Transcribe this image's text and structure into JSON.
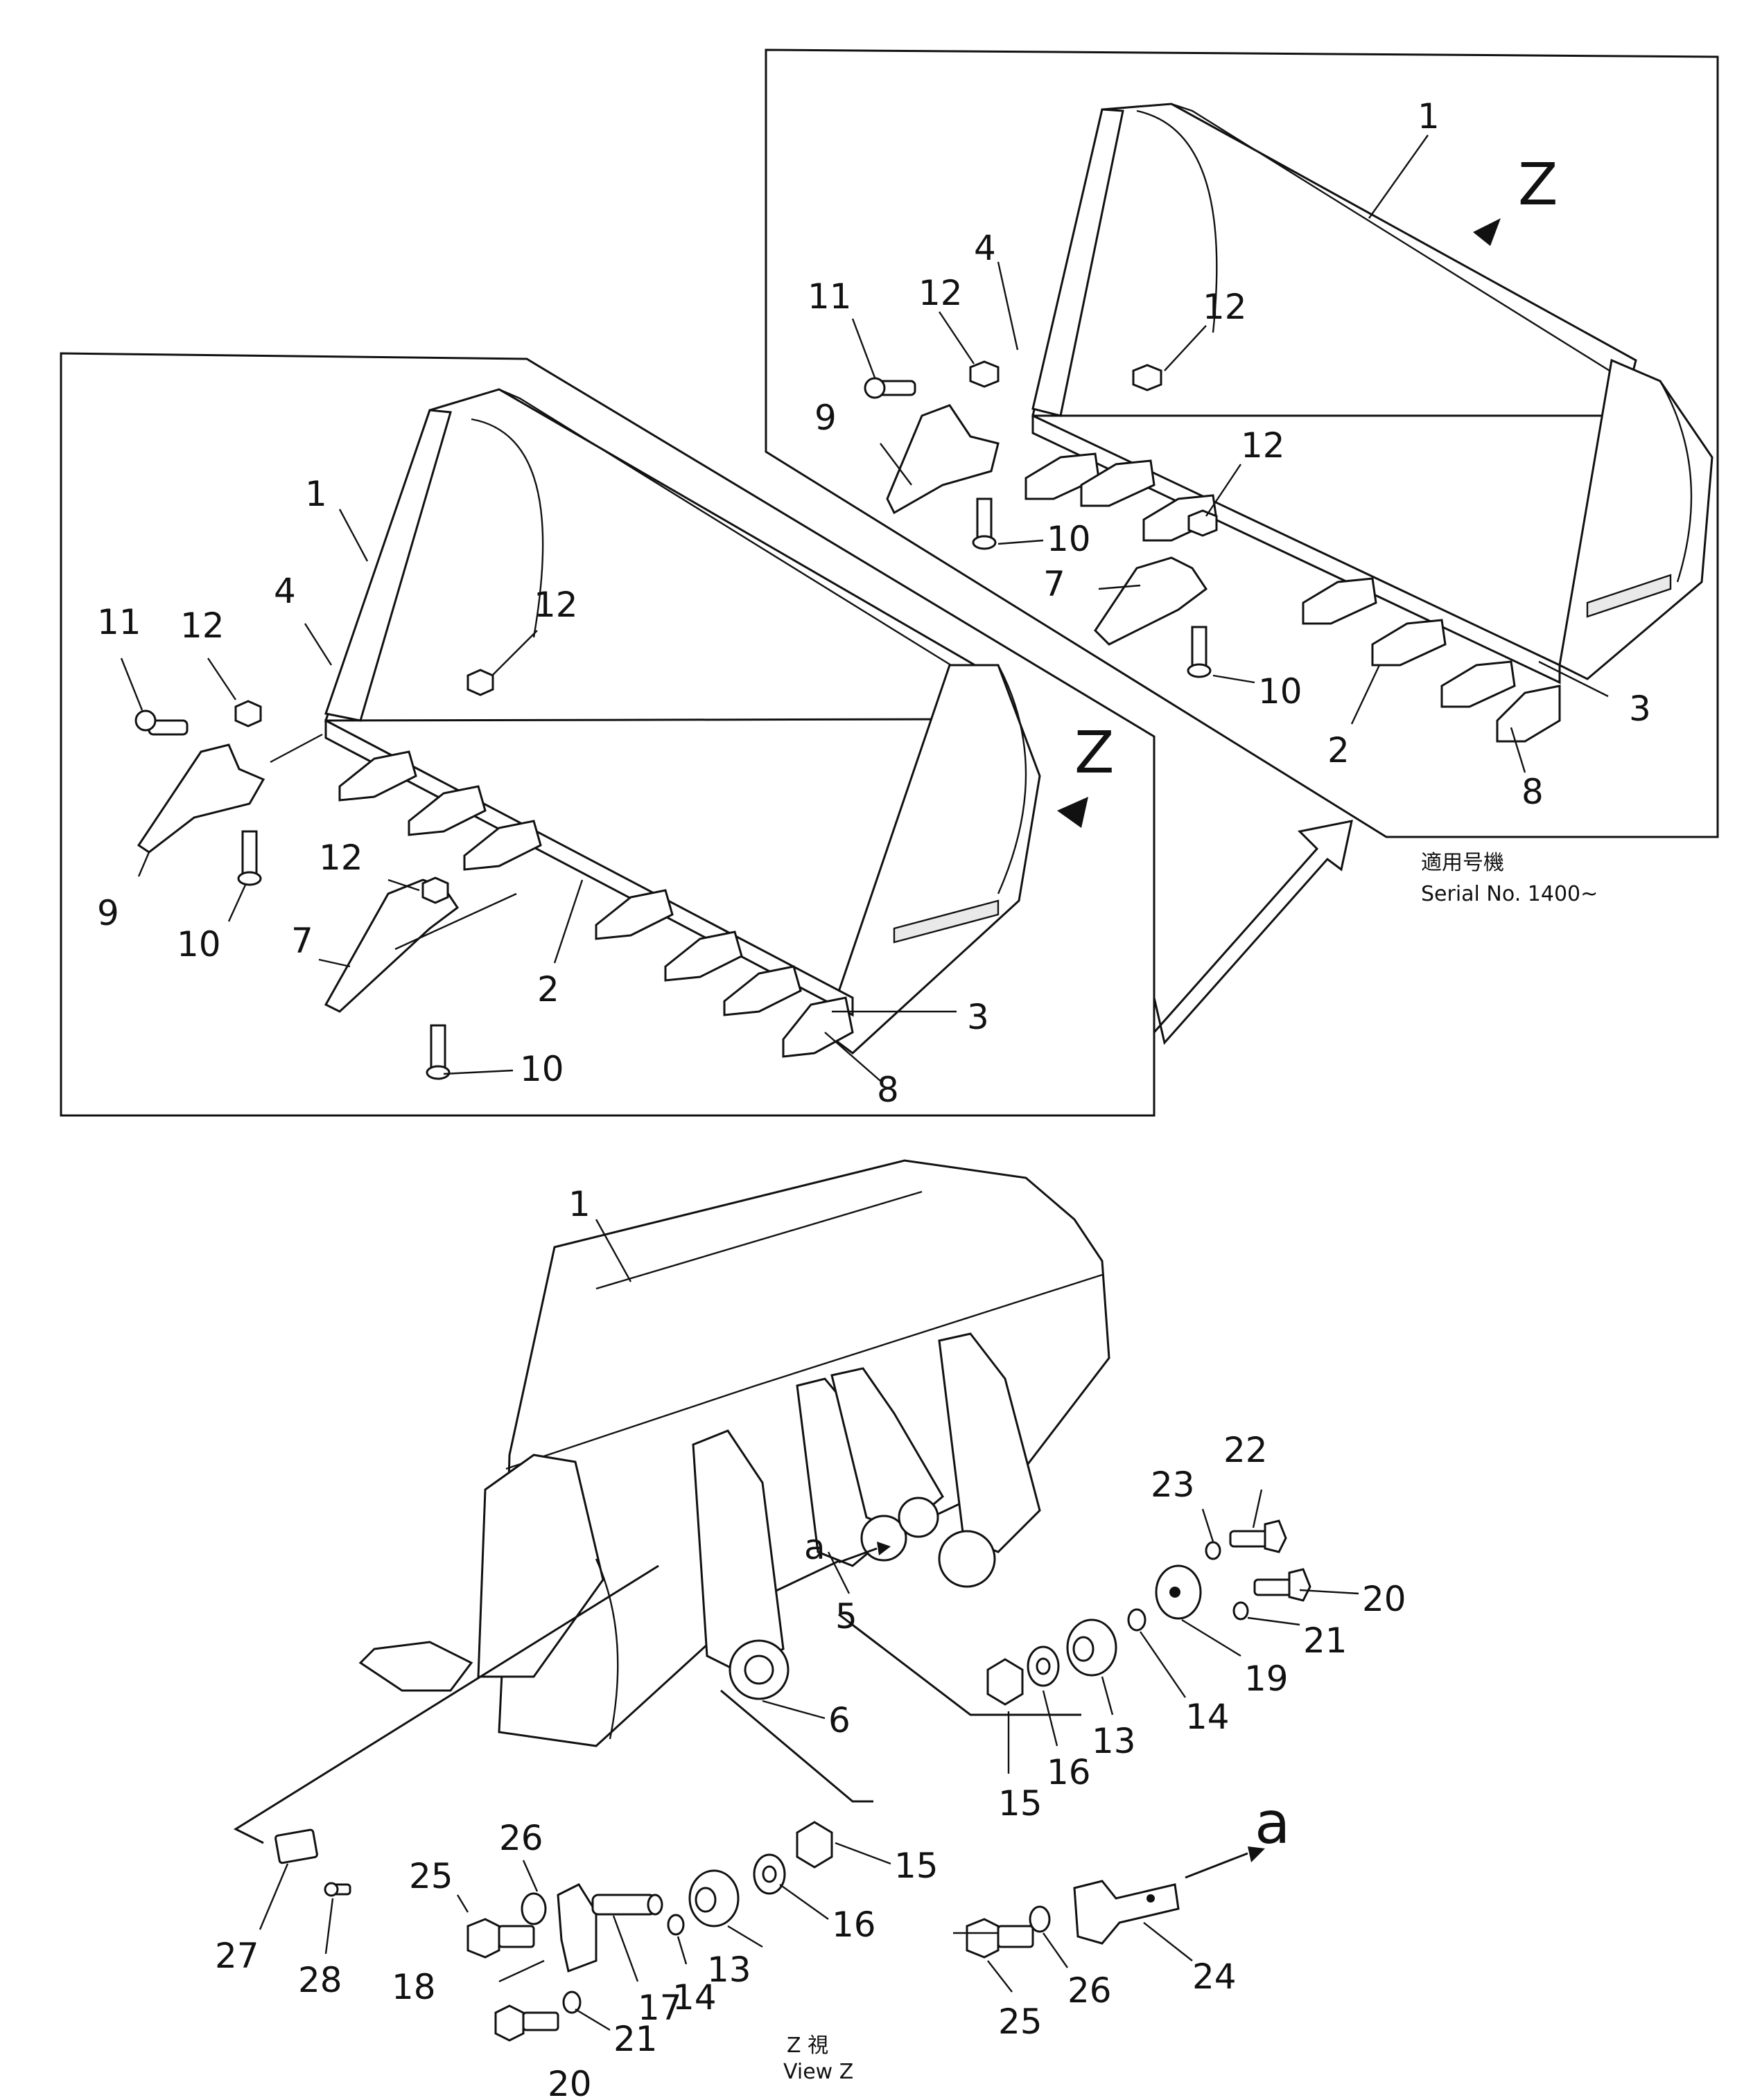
{
  "panels": {
    "lower_left": {
      "view_letter": "Z",
      "callouts": [
        "1",
        "2",
        "3",
        "4",
        "7",
        "8",
        "9",
        "10",
        "10",
        "11",
        "12",
        "12",
        "12"
      ]
    },
    "upper_right": {
      "view_letter": "Z",
      "callouts": [
        "1",
        "2",
        "3",
        "4",
        "7",
        "8",
        "9",
        "10",
        "10",
        "11",
        "12",
        "12",
        "12"
      ],
      "applicability_jp": "適用号機",
      "applicability_en": "Serial No. 1400~"
    }
  },
  "bottom_view": {
    "callouts": [
      "1",
      "5",
      "6",
      "13",
      "14",
      "15",
      "16",
      "19",
      "20",
      "21",
      "22",
      "23"
    ],
    "detail_callouts": [
      "13",
      "14",
      "15",
      "16",
      "17",
      "18",
      "20",
      "21",
      "24",
      "25",
      "25",
      "26",
      "26",
      "27",
      "28"
    ],
    "view_arrow_label": "a",
    "view_arrow_label_2": "a",
    "caption_jp": "Z 視",
    "caption_en": "View Z"
  }
}
